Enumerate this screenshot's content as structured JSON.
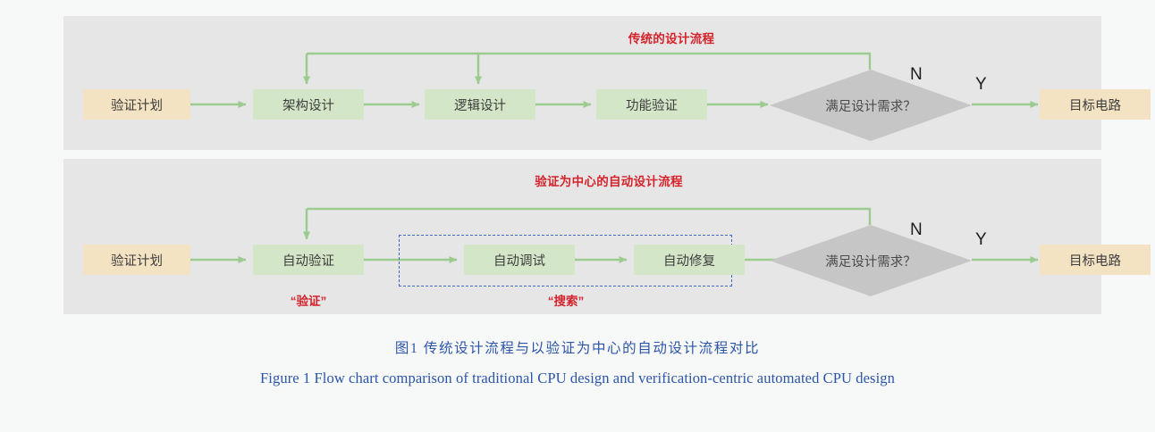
{
  "page": {
    "background": "#f7f8f8",
    "panel_bg": "#e6e6e6",
    "accent_red": "#d4232c",
    "accent_blue": "#2b55a8",
    "dashed_blue": "#3f66c4",
    "flow_green": "#9ccb8f",
    "node_tan": "#f3e3c2",
    "node_green": "#d4e6c8",
    "diamond_gray": "#c6c6c6"
  },
  "panels": [
    {
      "id": "traditional",
      "title": "传统的设计流程",
      "nodes": [
        {
          "id": "plan",
          "label": "验证计划",
          "style": "tan"
        },
        {
          "id": "arch",
          "label": "架构设计",
          "style": "green"
        },
        {
          "id": "logic",
          "label": "逻辑设计",
          "style": "green"
        },
        {
          "id": "funcver",
          "label": "功能验证",
          "style": "green"
        },
        {
          "id": "target",
          "label": "目标电路",
          "style": "tan"
        }
      ],
      "decision": {
        "id": "decision1",
        "label": "满足设计需求？"
      },
      "branch_labels": {
        "no": "N",
        "yes": "Y"
      }
    },
    {
      "id": "automated",
      "title": "验证为中心的自动设计流程",
      "nodes": [
        {
          "id": "plan2",
          "label": "验证计划",
          "style": "tan"
        },
        {
          "id": "autover",
          "label": "自动验证",
          "style": "green"
        },
        {
          "id": "autodbg",
          "label": "自动调试",
          "style": "green"
        },
        {
          "id": "autofix",
          "label": "自动修复",
          "style": "green"
        },
        {
          "id": "target2",
          "label": "目标电路",
          "style": "tan"
        }
      ],
      "decision": {
        "id": "decision2",
        "label": "满足设计需求？"
      },
      "branch_labels": {
        "no": "N",
        "yes": "Y"
      },
      "group_captions": [
        {
          "id": "verify",
          "label": "“验证”"
        },
        {
          "id": "search",
          "label": "“搜索”"
        }
      ]
    }
  ],
  "captions": {
    "cn": "图1   传统设计流程与以验证为中心的自动设计流程对比",
    "en": "Figure 1   Flow chart comparison of traditional CPU design and verification-centric automated CPU design"
  }
}
